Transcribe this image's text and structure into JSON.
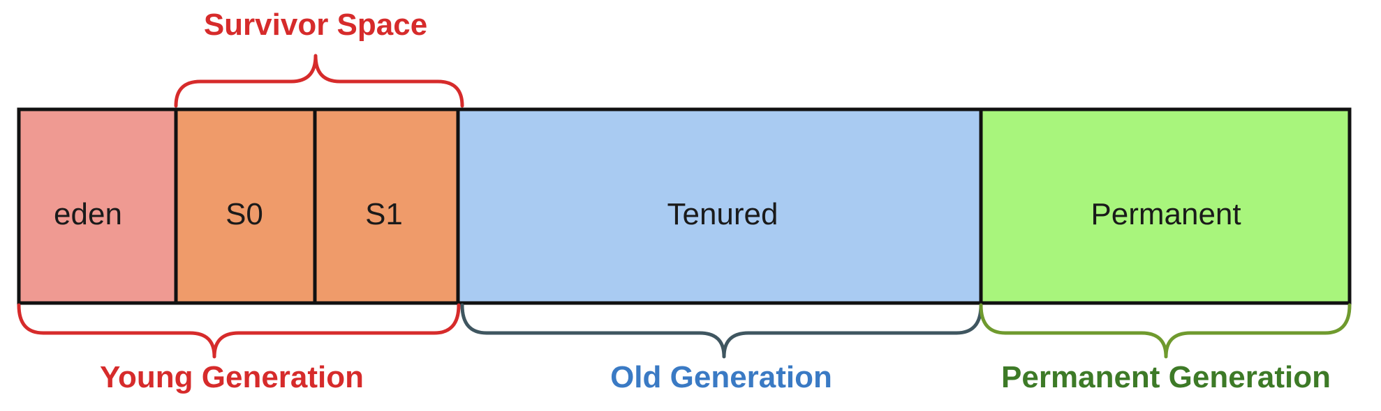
{
  "colors": {
    "eden": "#ef9a92",
    "survivor": "#ef9b6a",
    "tenured": "#a9cbf2",
    "permanent": "#a8f57c",
    "young_text": "#d62b2b",
    "old_text": "#3a7ac4",
    "perm_text": "#3d7a27",
    "old_brace": "#3f5660",
    "perm_brace": "#6f9a2e"
  },
  "cells": {
    "eden": "eden",
    "s0": "S0",
    "s1": "S1",
    "tenured": "Tenured",
    "permanent": "Permanent"
  },
  "groups": {
    "survivor": "Survivor Space",
    "young": "Young Generation",
    "old": "Old Generation",
    "permanent": "Permanent Generation"
  }
}
